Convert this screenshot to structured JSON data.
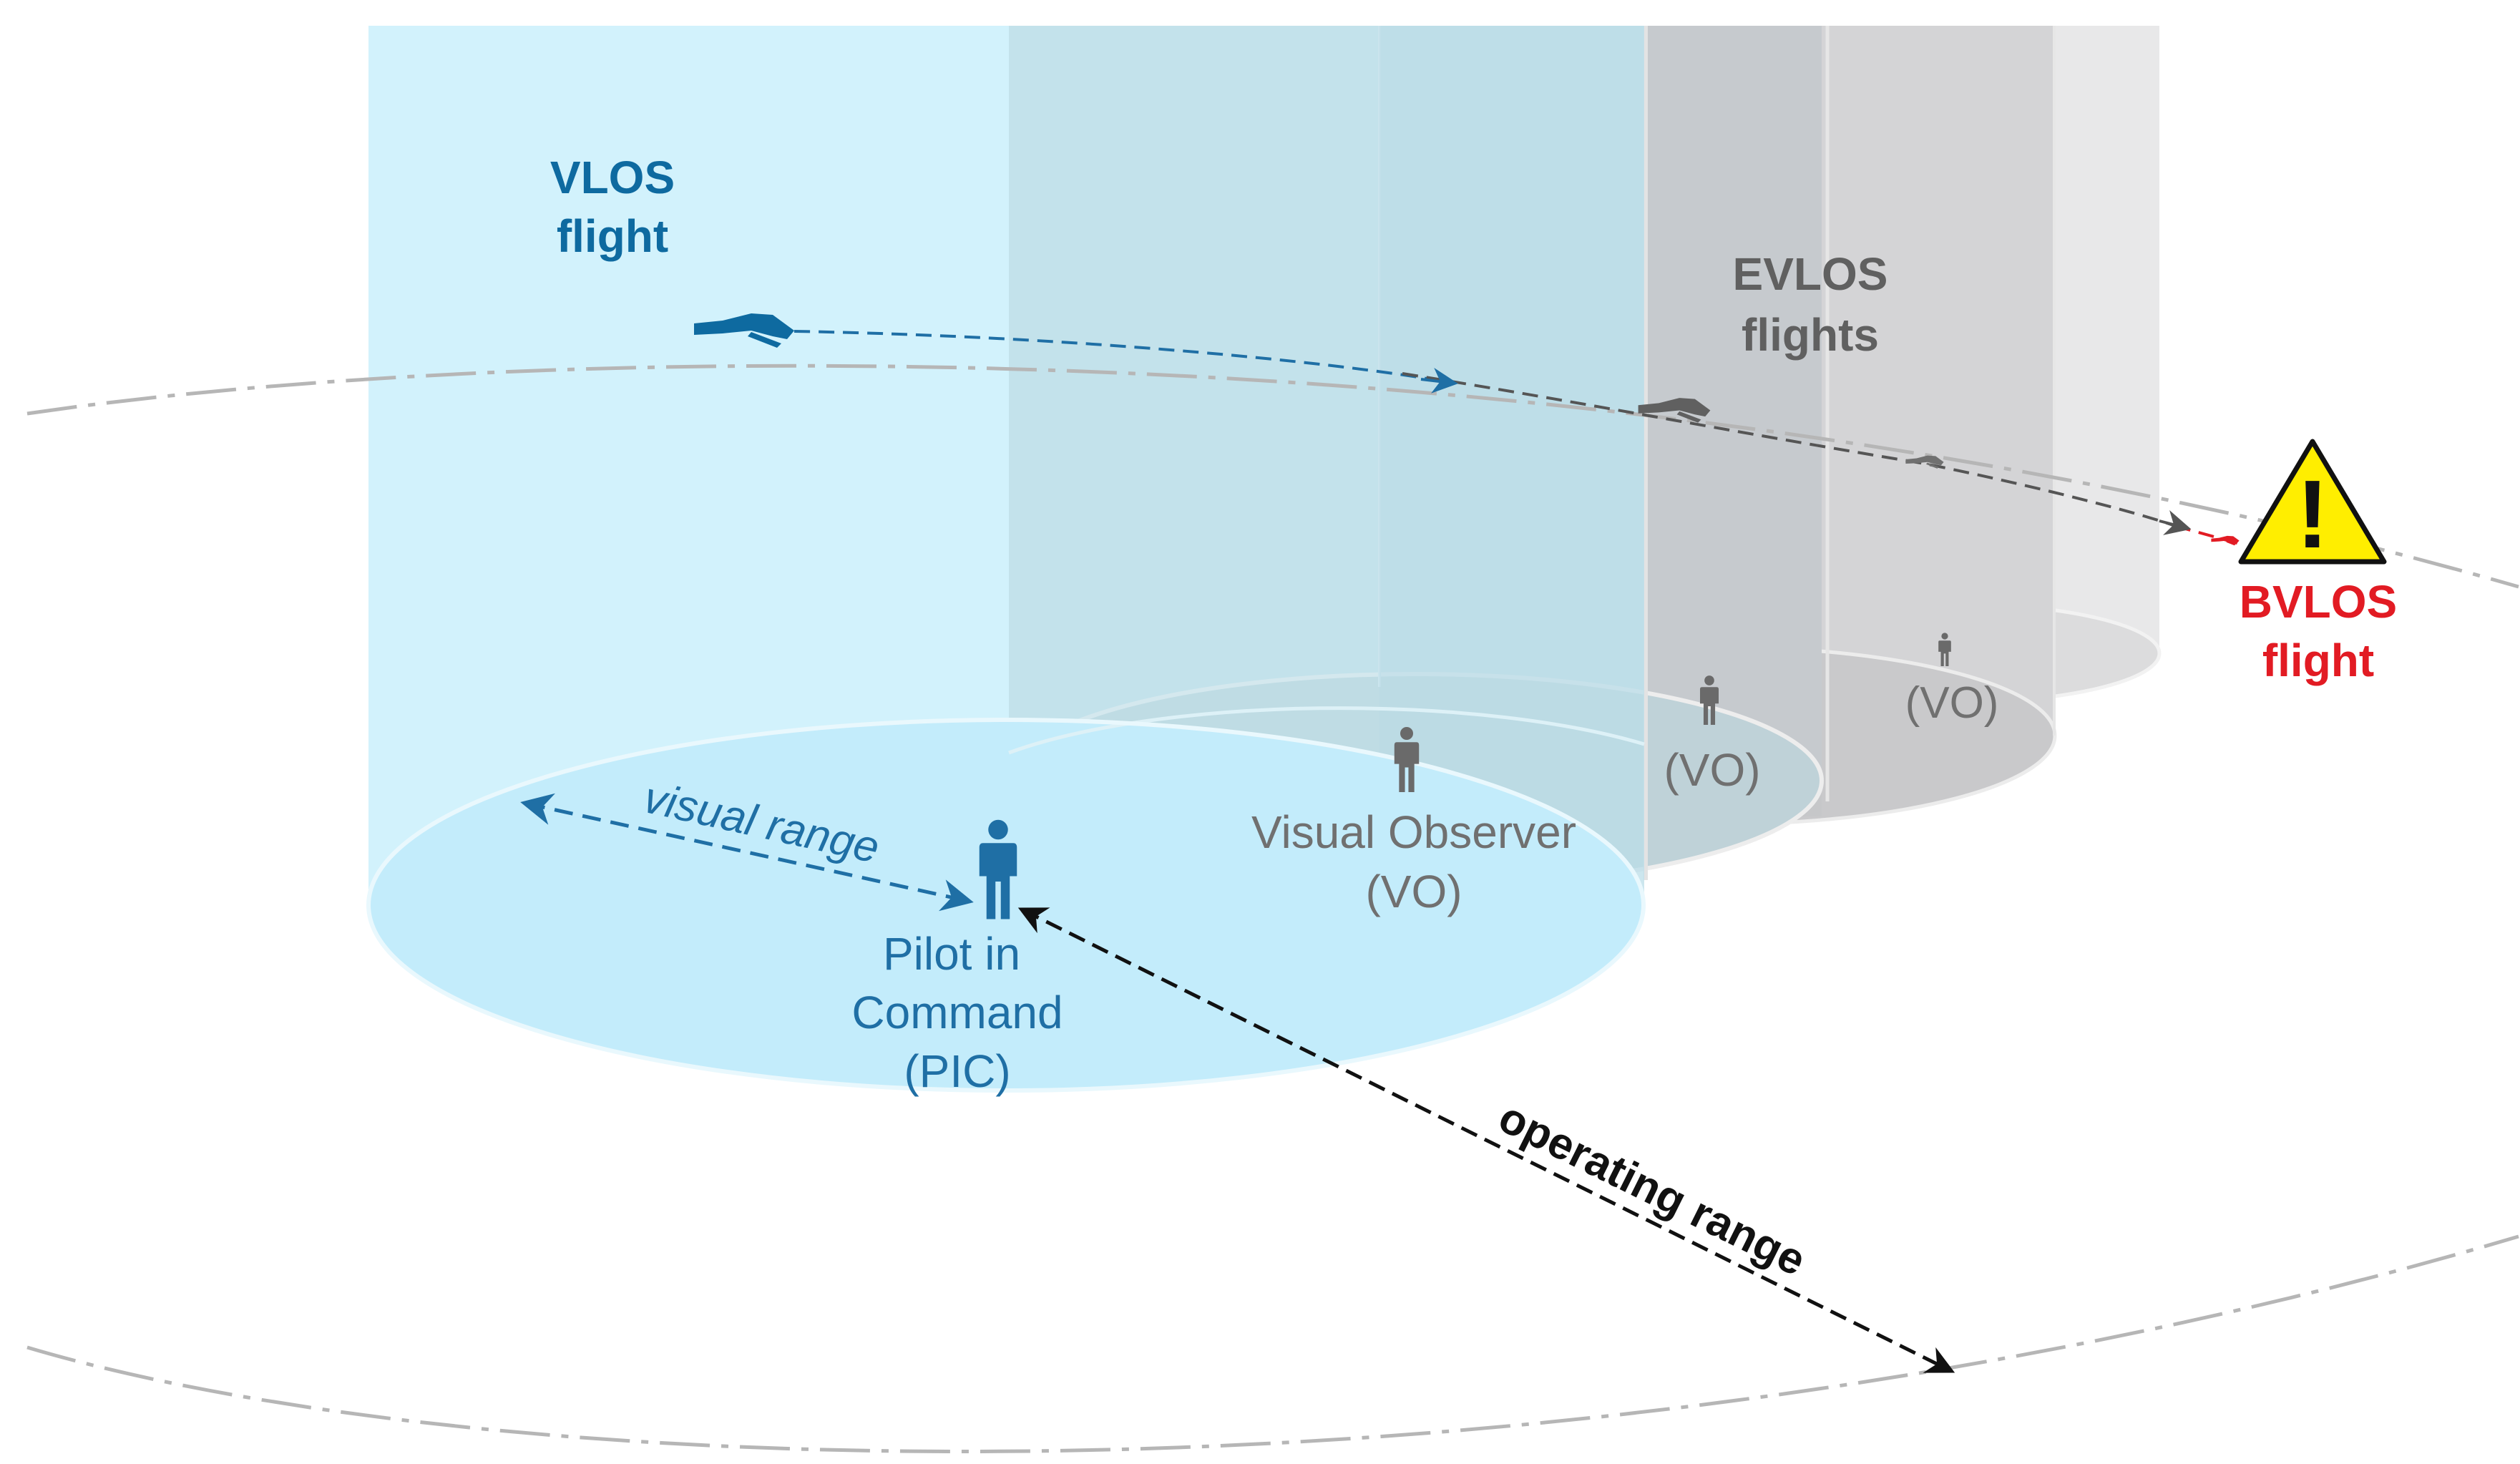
{
  "labels": {
    "vlos_line1": "VLOS",
    "vlos_line2": "flight",
    "evlos_line1": "EVLOS",
    "evlos_line2": "flights",
    "bvlos_line1": "BVLOS",
    "bvlos_line2": "flight",
    "visual_range": "visual range",
    "pic_line1": "Pilot in",
    "pic_line2": "Command",
    "pic_line3": "(PIC)",
    "vo_main_line1": "Visual Observer",
    "vo_main_line2": "(VO)",
    "vo_2": "(VO)",
    "vo_3": "(VO)",
    "operating_range": "operating range",
    "warning_symbol": "!"
  },
  "colors": {
    "vlos_blue": "#0e6aa0",
    "pic_blue": "#1f6fa5",
    "cylinder_blue": "#d2f2fc",
    "ellipse_blue": "#c2ecfb",
    "evlos_gray": "#606060",
    "vo_gray": "#6a6a6a",
    "bvlos_red": "#e21b23",
    "warning_yellow": "#ffee00",
    "range_gray": "#b4b4b4",
    "arrow_black": "#111111"
  },
  "icons": {
    "warning": "warning-triangle-icon",
    "drone": "drone-icon",
    "person": "person-icon"
  }
}
